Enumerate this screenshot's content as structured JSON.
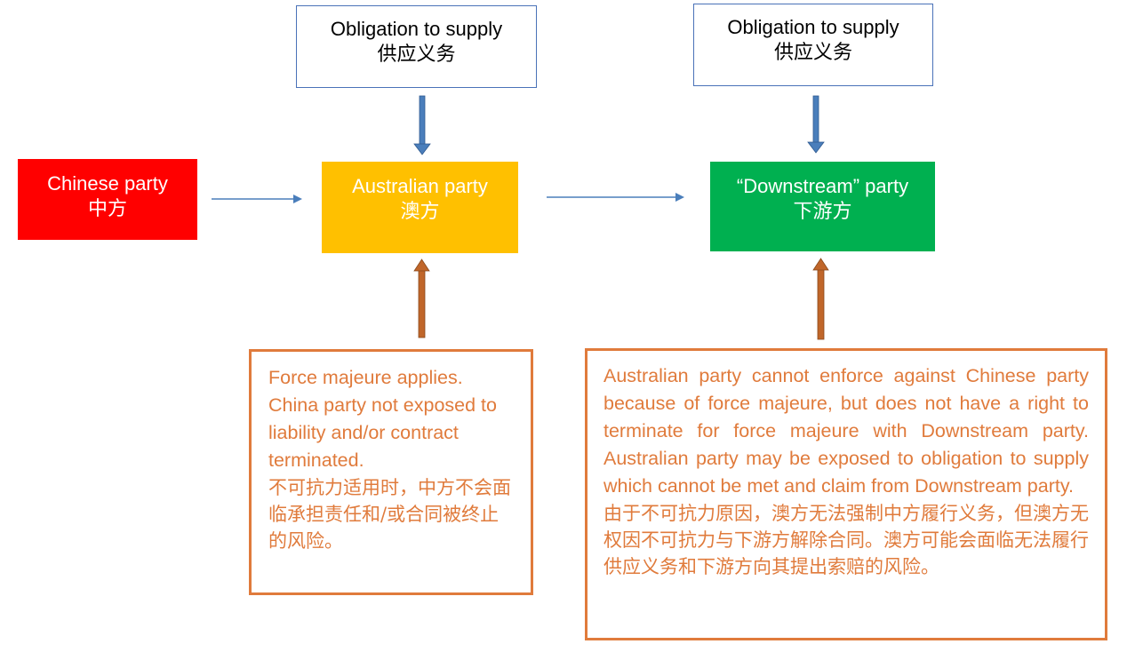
{
  "oblig_left": {
    "en": "Obligation to supply",
    "cn": "供应义务"
  },
  "oblig_right": {
    "en": "Obligation to supply",
    "cn": "供应义务"
  },
  "chinese_party": {
    "en": "Chinese party",
    "cn": "中方",
    "color": "#ff0000"
  },
  "australian_party": {
    "en": "Australian party",
    "cn": "澳方",
    "color": "#ffc000"
  },
  "downstream_party": {
    "en": "“Downstream” party",
    "cn": "下游方",
    "color": "#00b050"
  },
  "note_left": {
    "en": "Force majeure applies. China party not exposed to liability and/or contract terminated.",
    "cn": "不可抗力适用时，中方不会面临承担责任和/或合同被终止的风险。"
  },
  "note_right": {
    "en": "Australian party cannot enforce against Chinese party because of force majeure, but does not have a right to terminate for force majeure with Downstream party.  Australian party may be exposed to obligation to supply which cannot be met and claim from Downstream party.",
    "cn": "由于不可抗力原因，澳方无法强制中方履行义务，但澳方无权因不可抗力与下游方解除合同。澳方可能会面临无法履行供应义务和下游方向其提出索赔的风险。"
  },
  "colors": {
    "blue_arrow": "#4a7ebb",
    "orange_arrow": "#c0662a",
    "note_border": "#e07b3c",
    "note_text": "#e07b3c"
  }
}
